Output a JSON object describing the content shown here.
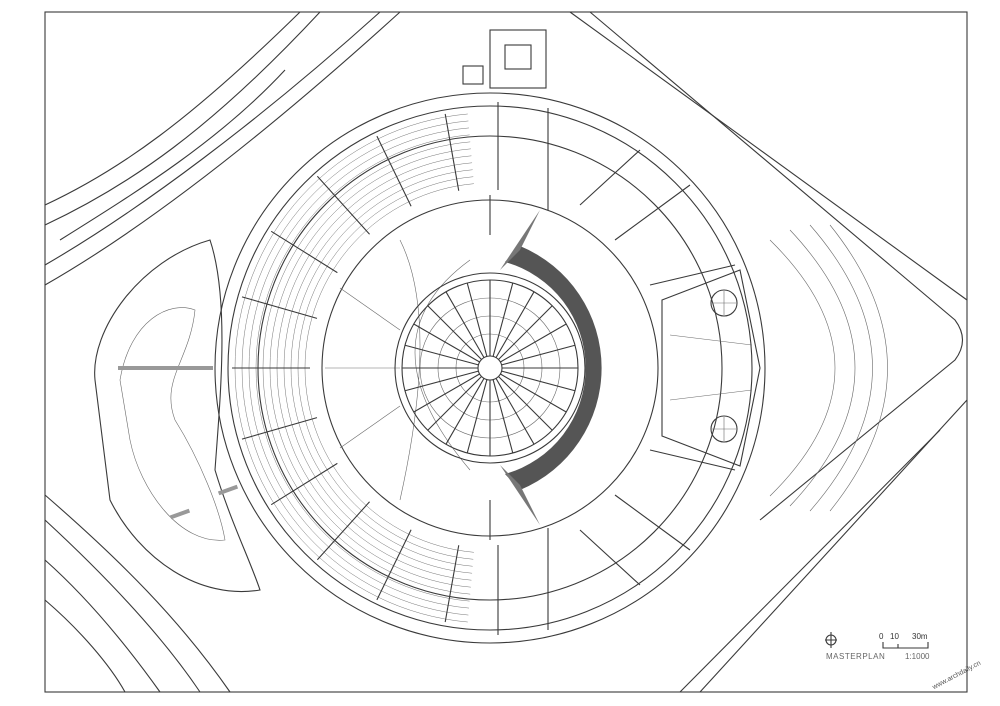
{
  "drawing": {
    "caption": "MASTERPLAN",
    "scale_ratio": "1:1000",
    "scale_bar": {
      "t0": "0",
      "t10": "10",
      "t30": "30m"
    },
    "watermark_url": "www.archdaily.cn"
  },
  "colors": {
    "line": "#3a3a3a",
    "fill_dark": "#555555",
    "background": "#ffffff"
  }
}
